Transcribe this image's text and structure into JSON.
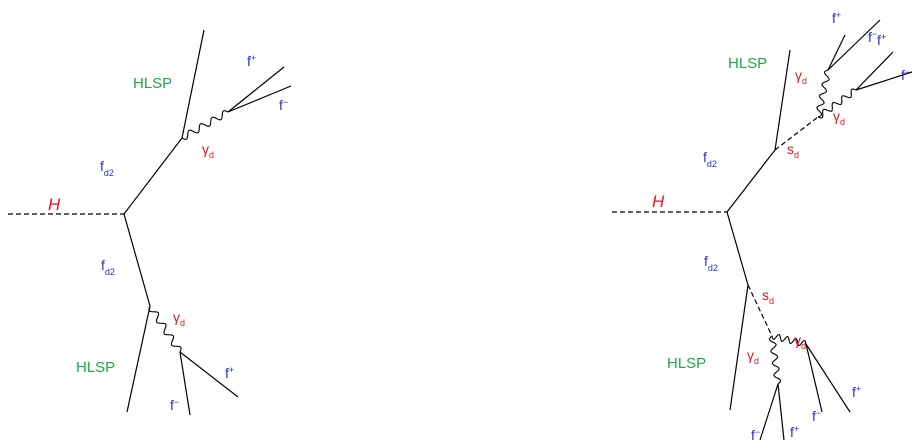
{
  "colors": {
    "higgs": "#e8141e",
    "dark_photon": "#e8141e",
    "dark_scalar": "#e8141e",
    "hlsp": "#1ea84b",
    "fermion": "#2b2bd6"
  },
  "labels": {
    "higgs": "H",
    "hlsp": "HLSP",
    "dark_fermion": "f",
    "dark_fermion_sub": "d2",
    "dark_photon": "γ",
    "dark_photon_sub": "d",
    "dark_scalar": "s",
    "dark_scalar_sub": "d",
    "fermion": "f",
    "plus": "+",
    "minus": "−"
  }
}
